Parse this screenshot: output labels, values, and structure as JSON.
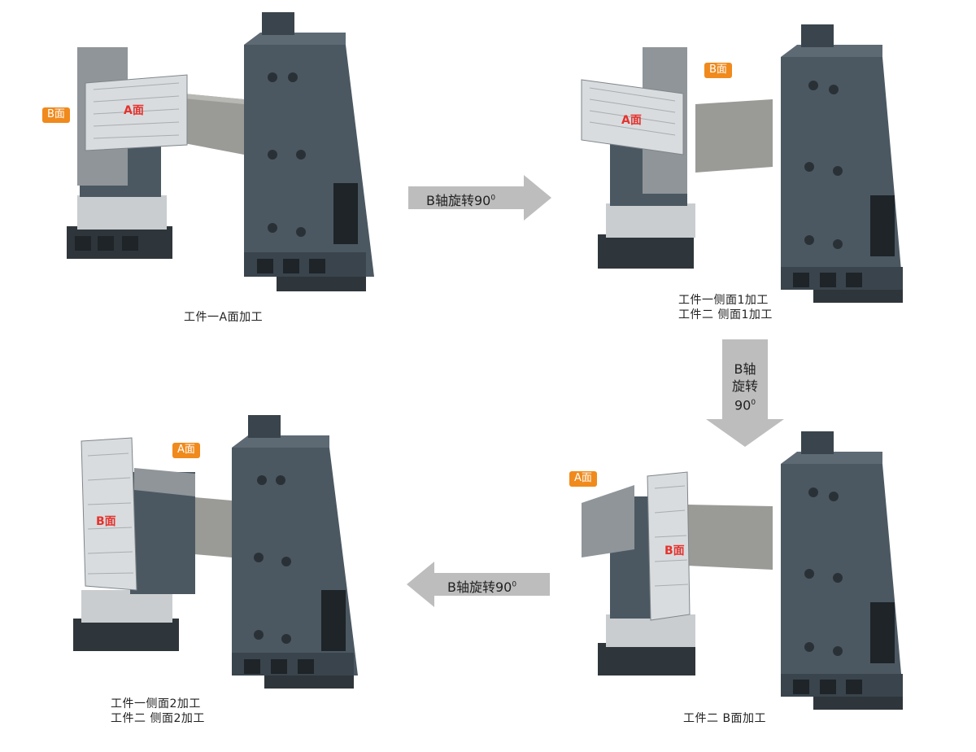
{
  "steps": [
    {
      "caption_lines": [
        "工件一A面加工"
      ]
    },
    {
      "caption_lines": [
        "工件一侧面1加工",
        "工件二 侧面1加工"
      ]
    },
    {
      "caption_lines": [
        "工件二 B面加工"
      ]
    },
    {
      "caption_lines": [
        "工件一侧面2加工",
        "工件二 侧面2加工"
      ]
    }
  ],
  "face_labels": {
    "a_face": "A面",
    "b_face": "B面"
  },
  "arrows": {
    "rotate_text": "B轴旋转90",
    "rotate_degree": "0",
    "vertical_lines": [
      "B轴",
      "旋转",
      "90"
    ],
    "vertical_degree": "0"
  },
  "colors": {
    "column": "#4b5862",
    "column_dark": "#3a444c",
    "arm": "#9a9a96",
    "fixture_plate": "#c9cdd0",
    "tag_orange": "#f08a1c",
    "face_red": "#e5322d",
    "arrow_gray": "#bdbdbd"
  }
}
